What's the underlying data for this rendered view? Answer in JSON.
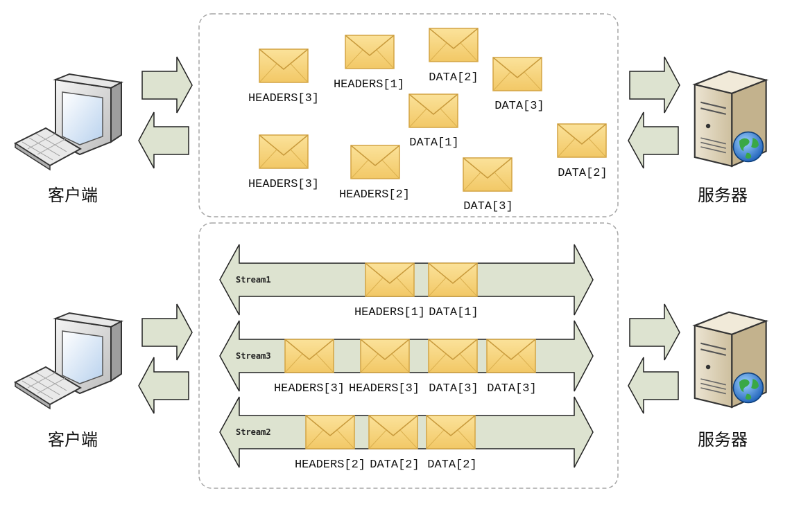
{
  "top": {
    "client_label": "客户端",
    "server_label": "服务器",
    "frames": [
      {
        "text": "HEADERS[3]"
      },
      {
        "text": "HEADERS[1]"
      },
      {
        "text": "DATA[2]"
      },
      {
        "text": "DATA[3]"
      },
      {
        "text": "DATA[1]"
      },
      {
        "text": "HEADERS[3]"
      },
      {
        "text": "HEADERS[2]"
      },
      {
        "text": "DATA[3]"
      },
      {
        "text": "DATA[2]"
      }
    ]
  },
  "bottom": {
    "client_label": "客户端",
    "server_label": "服务器",
    "streams": [
      {
        "name": "Stream1",
        "frames": [
          "HEADERS[1]",
          "DATA[1]"
        ]
      },
      {
        "name": "Stream3",
        "frames": [
          "HEADERS[3]",
          "HEADERS[3]",
          "DATA[3]",
          "DATA[3]"
        ]
      },
      {
        "name": "Stream2",
        "frames": [
          "HEADERS[2]",
          "DATA[2]",
          "DATA[2]"
        ]
      }
    ]
  },
  "colors": {
    "envelope_fill": "#f7d57e",
    "envelope_stroke": "#d9ad45",
    "arrow_fill": "#dde3d0",
    "arrow_stroke": "#222222",
    "panel_border": "#a0a0a0"
  },
  "icons": {
    "client": "computer-icon",
    "server": "server-globe-icon",
    "frame": "envelope-icon"
  }
}
